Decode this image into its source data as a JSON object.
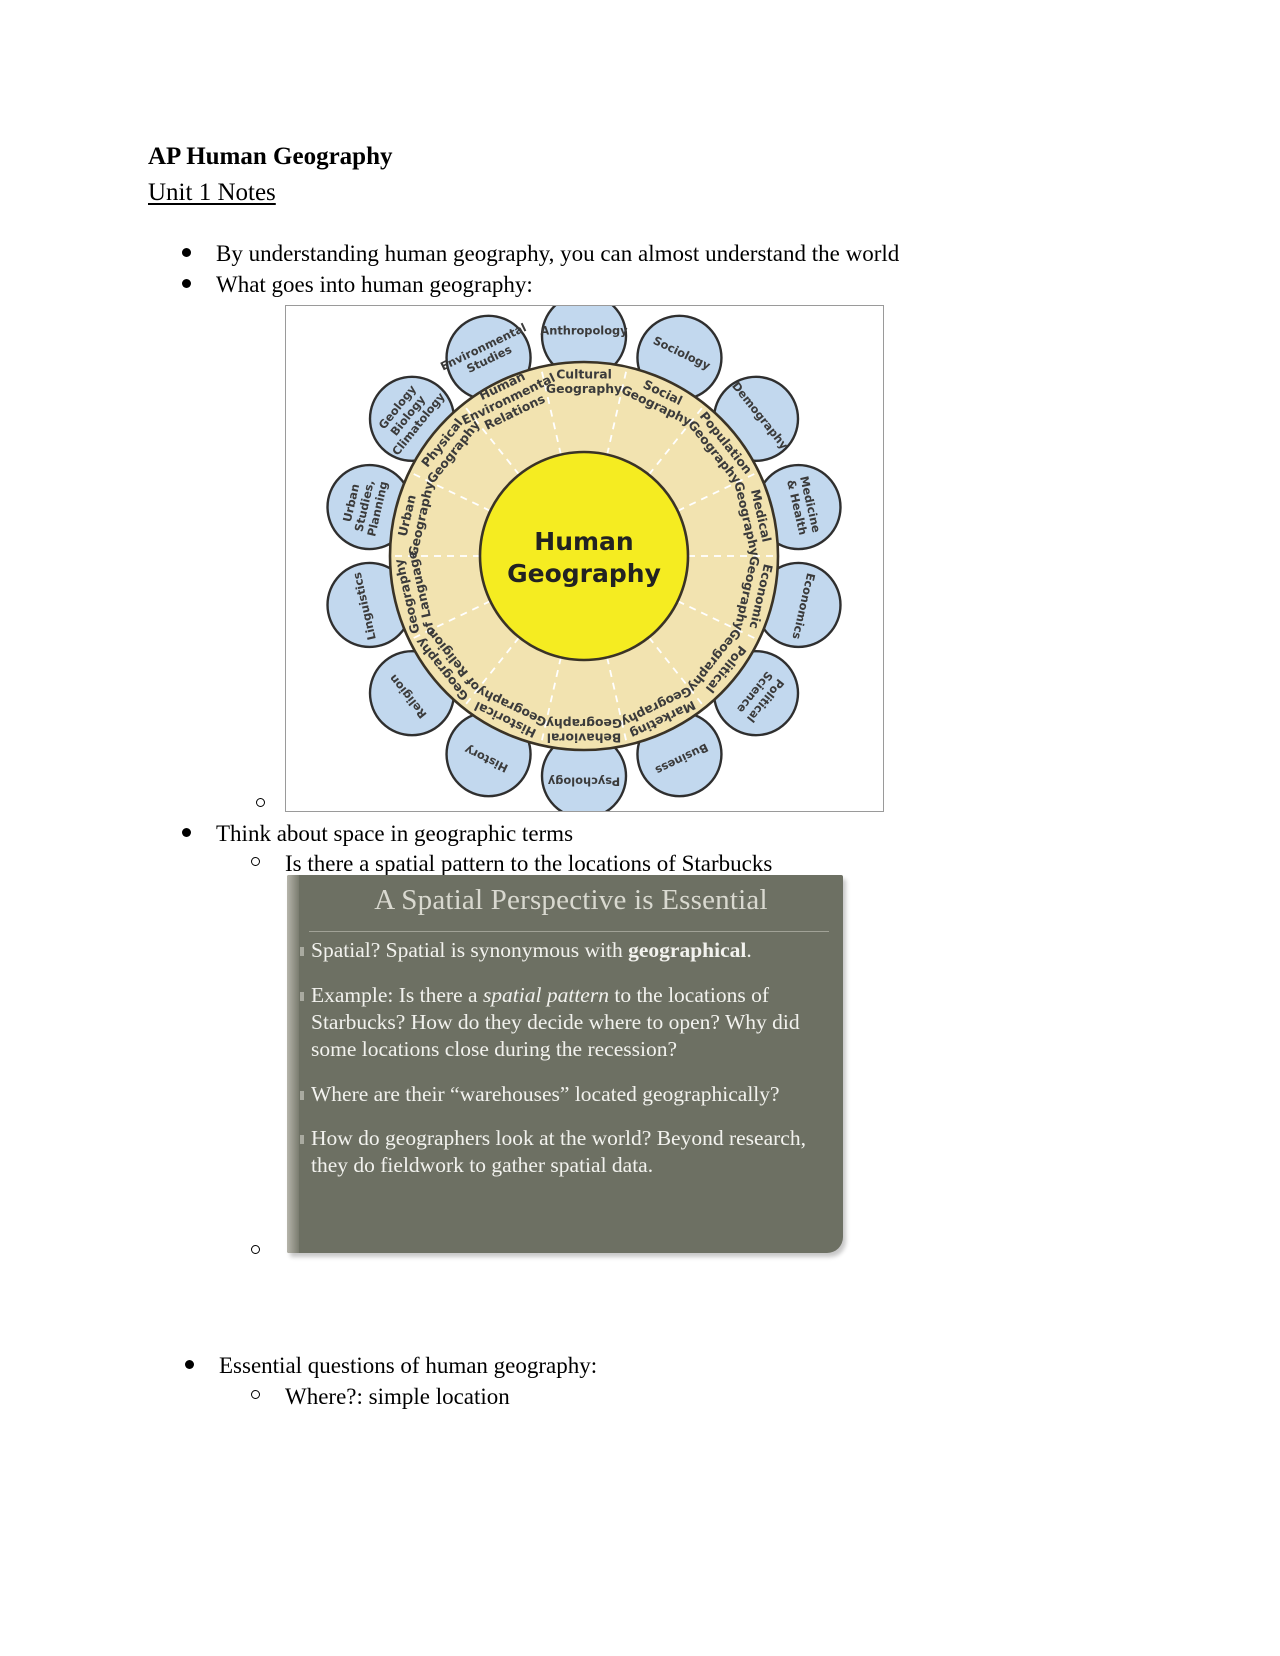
{
  "document": {
    "title": "AP Human Geography",
    "subtitle": "Unit 1 Notes"
  },
  "outline": {
    "b1": "By understanding human geography, you can almost understand the world",
    "b2": "What goes into human geography:",
    "b3": "Think about space in geographic terms",
    "b3a": "Is there a spatial pattern to the locations of Starbucks",
    "b4": "Essential questions of human geography:",
    "b4a": "Where?: simple location"
  },
  "flower_diagram": {
    "center": {
      "line1": "Human",
      "line2": "Geography"
    },
    "colors": {
      "hub": "#f5ec21",
      "ring": "#f2e3b0",
      "petal": "#c2d8ee",
      "outline": "#3a3326",
      "petal_outline": "#2f2f2f",
      "spoke": "#ffffff"
    },
    "segments": [
      {
        "inner": "Cultural Geography",
        "outer": "Anthropology"
      },
      {
        "inner": "Social Geography",
        "outer": "Sociology"
      },
      {
        "inner": "Population Geography",
        "outer": "Demography"
      },
      {
        "inner": "Medical Geography",
        "outer": "Medicine & Health"
      },
      {
        "inner": "Economic Geography",
        "outer": "Economics"
      },
      {
        "inner": "Political Geography",
        "outer": "Political Science"
      },
      {
        "inner": "Marketing Geography",
        "outer": "Business"
      },
      {
        "inner": "Behavioral Geography",
        "outer": "Psychology"
      },
      {
        "inner": "Historical Geography",
        "outer": "History"
      },
      {
        "inner": "Geography of Religion",
        "outer": "Religion"
      },
      {
        "inner": "Geography of Language",
        "outer": "Linguistics"
      },
      {
        "inner": "Urban Geography",
        "outer": "Urban Studies, Planning"
      },
      {
        "inner": "Physical Geography",
        "outer": "Geology Biology Climatology"
      },
      {
        "inner": "Human Environmental Relations",
        "outer": "Environmental Studies"
      }
    ]
  },
  "spatial_slide": {
    "title": "A Spatial Perspective is Essential",
    "paragraphs": [
      {
        "id": "p1",
        "runs": [
          {
            "text": "Spatial? Spatial is synonymous with ",
            "style": "normal"
          },
          {
            "text": "geographical",
            "style": "bold"
          },
          {
            "text": ".",
            "style": "normal"
          }
        ]
      },
      {
        "id": "p2",
        "runs": [
          {
            "text": "Example:  Is there a ",
            "style": "normal"
          },
          {
            "text": "spatial pattern",
            "style": "italic"
          },
          {
            "text": " to the locations of Starbucks?  How do they decide where to open? Why did some locations close during the recession?",
            "style": "normal"
          }
        ]
      },
      {
        "id": "p3",
        "runs": [
          {
            "text": "Where are their “warehouses” located geographically?",
            "style": "normal"
          }
        ]
      },
      {
        "id": "p4",
        "runs": [
          {
            "text": "How do geographers look at the world? Beyond research, they do fieldwork to gather spatial data.",
            "style": "normal"
          }
        ]
      }
    ],
    "colors": {
      "background": "#6d7063",
      "text": "#f2f2ee",
      "title": "#d9d9d0"
    }
  }
}
